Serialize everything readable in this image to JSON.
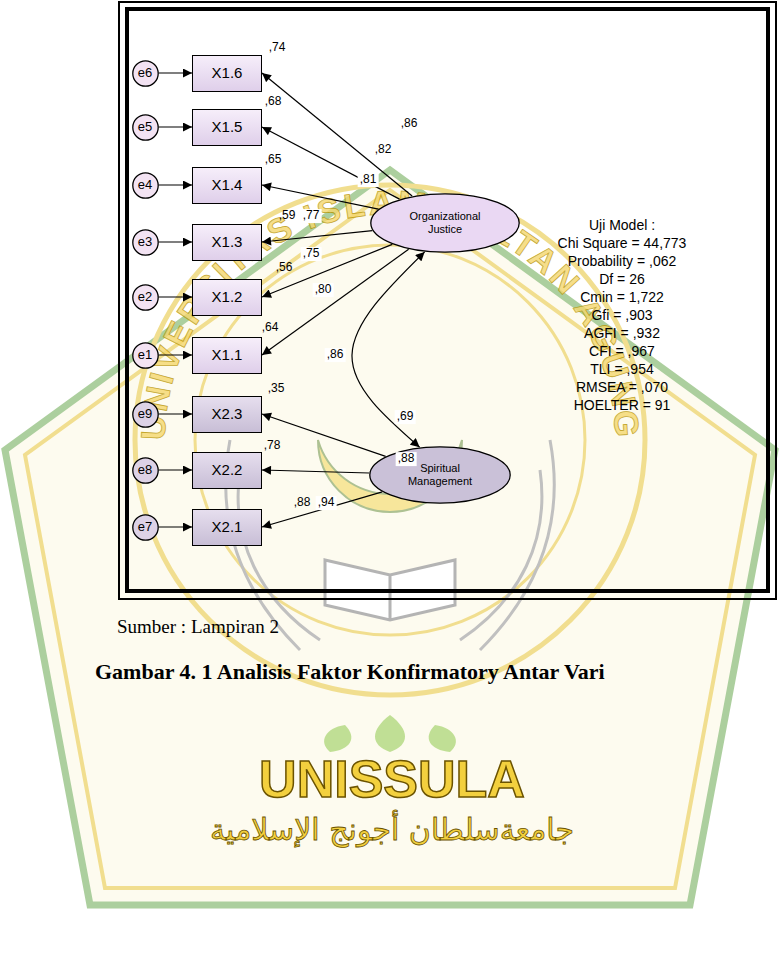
{
  "diagram": {
    "caption": "Gambar 4. 1 Analisis Faktor Konfirmatory Antar Vari",
    "nodes": [
      {
        "text": [
          "e6"
        ]
      },
      {
        "text": [
          "X1.6"
        ]
      },
      {
        "text": [
          "e5"
        ]
      },
      {
        "text": [
          "X1.5"
        ]
      },
      {
        "text": [
          "e4"
        ]
      },
      {
        "text": [
          "X1.4"
        ]
      },
      {
        "text": [
          "e3"
        ]
      },
      {
        "text": [
          "X1.3"
        ]
      },
      {
        "text": [
          "e2"
        ]
      },
      {
        "text": [
          "X1.2"
        ]
      },
      {
        "text": [
          "e1"
        ]
      },
      {
        "text": [
          "X1.1"
        ]
      },
      {
        "text": [
          "e9"
        ]
      },
      {
        "text": [
          "X2.3"
        ]
      },
      {
        "text": [
          "e8"
        ]
      },
      {
        "text": [
          "X2.2"
        ]
      },
      {
        "text": [
          "e7"
        ]
      },
      {
        "text": [
          "X2.1"
        ]
      },
      {
        "text": [
          "Organizational Justice"
        ]
      },
      {
        "text": [
          "Spiritual Management"
        ]
      }
    ],
    "edges": [
      {
        "from": 0,
        "to": 1,
        "arrow": "to"
      },
      {
        "from": 2,
        "to": 3,
        "arrow": "to"
      },
      {
        "from": 4,
        "to": 5,
        "arrow": "to"
      },
      {
        "from": 6,
        "to": 7,
        "arrow": "to"
      },
      {
        "from": 8,
        "to": 9,
        "arrow": "to"
      },
      {
        "from": 10,
        "to": 11,
        "arrow": "to"
      },
      {
        "from": 12,
        "to": 13,
        "arrow": "to"
      },
      {
        "from": 14,
        "to": 15,
        "arrow": "to"
      },
      {
        "from": 16,
        "to": 17,
        "arrow": "to"
      },
      {
        "from": 18,
        "to": 1,
        "label": ",86",
        "arrow": "to"
      },
      {
        "from": 18,
        "to": 3,
        "label": ",82",
        "arrow": "to"
      },
      {
        "from": 18,
        "to": 5,
        "label": ",81",
        "arrow": "to"
      },
      {
        "from": 18,
        "to": 7,
        "label": ",77",
        "arrow": "to"
      },
      {
        "from": 18,
        "to": 9,
        "label": ",75",
        "arrow": "to"
      },
      {
        "from": 18,
        "to": 11,
        "label": ",80",
        "arrow": "to"
      },
      {
        "from": 19,
        "to": 13,
        "label": ",69",
        "arrow": "to"
      },
      {
        "from": 19,
        "to": 15,
        "label": ",88",
        "arrow": "to"
      },
      {
        "from": 19,
        "to": 17,
        "label": ",94",
        "arrow": "to"
      },
      {
        "from": 18,
        "to": 19,
        "label": ",86",
        "arrow": "both"
      }
    ],
    "labels": [
      ",74",
      ",68",
      ",65",
      ",59",
      ",56",
      ",64",
      ",35",
      ",78",
      ",88",
      "Uji Model :",
      "Chi Square = 44,773",
      "Probability = ,062",
      "Df = 26",
      "Cmin = 1,722",
      "Gfi = ,903",
      "AGFI = ,932",
      "CFI = ,967",
      "TLI = ,954",
      "RMSEA = ,070",
      "HOELTER = 91",
      "Sumber : Lampiran 2",
      "UNIVERSITAS ISLAM SULTAN AGUNG",
      "UNISSULA",
      "جامعةسلطان أجونج الإسلامية"
    ]
  }
}
